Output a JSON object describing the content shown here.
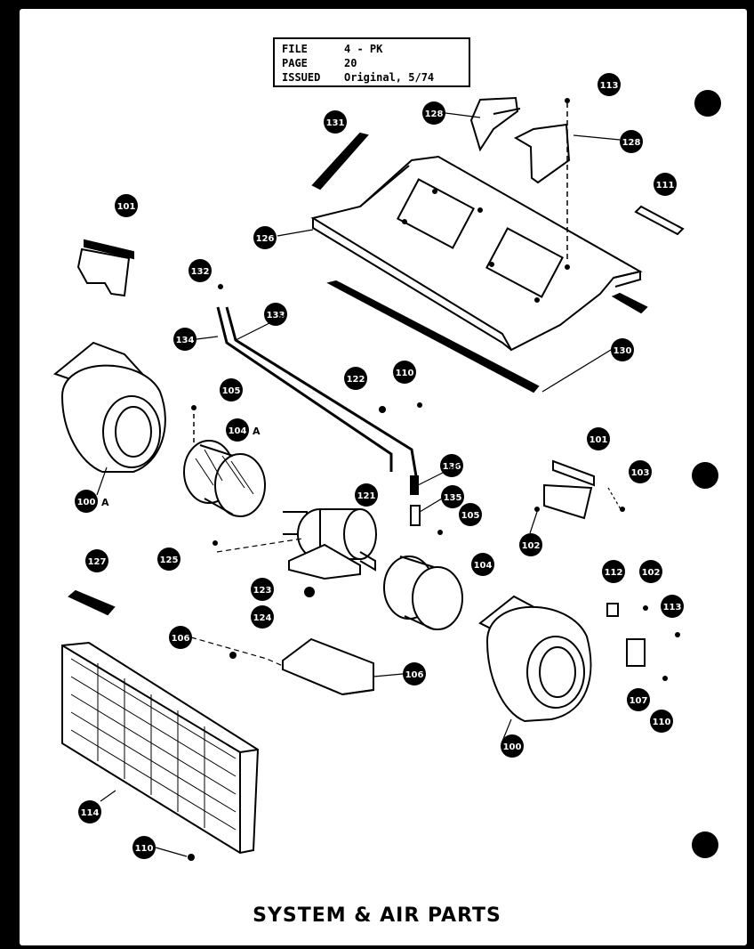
{
  "header": {
    "file_key": "FILE",
    "file_val": "4 - PK",
    "page_key": "PAGE",
    "page_val": "20",
    "issued_key": "ISSUED",
    "issued_val": "Original, 5/74"
  },
  "title": "SYSTEM & AIR PARTS",
  "callouts": [
    {
      "id": "c131",
      "label": "131"
    },
    {
      "id": "c128a",
      "label": "128"
    },
    {
      "id": "c113a",
      "label": "113"
    },
    {
      "id": "c128b",
      "label": "128"
    },
    {
      "id": "c111",
      "label": "111"
    },
    {
      "id": "c101a",
      "label": "101"
    },
    {
      "id": "c126",
      "label": "126"
    },
    {
      "id": "c132",
      "label": "132"
    },
    {
      "id": "c133",
      "label": "133"
    },
    {
      "id": "c134",
      "label": "134"
    },
    {
      "id": "c130",
      "label": "130"
    },
    {
      "id": "c122",
      "label": "122"
    },
    {
      "id": "c110a",
      "label": "110"
    },
    {
      "id": "c105a",
      "label": "105"
    },
    {
      "id": "c104a",
      "label": "104"
    },
    {
      "id": "c100a",
      "label": "100"
    },
    {
      "id": "c101b",
      "label": "101"
    },
    {
      "id": "c103",
      "label": "103"
    },
    {
      "id": "c136",
      "label": "136"
    },
    {
      "id": "c121",
      "label": "121"
    },
    {
      "id": "c135",
      "label": "135"
    },
    {
      "id": "c105b",
      "label": "105"
    },
    {
      "id": "c102a",
      "label": "102"
    },
    {
      "id": "c127",
      "label": "127"
    },
    {
      "id": "c125",
      "label": "125"
    },
    {
      "id": "c104b",
      "label": "104"
    },
    {
      "id": "c112",
      "label": "112"
    },
    {
      "id": "c102b",
      "label": "102"
    },
    {
      "id": "c123",
      "label": "123"
    },
    {
      "id": "c113b",
      "label": "113"
    },
    {
      "id": "c124",
      "label": "124"
    },
    {
      "id": "c106a",
      "label": "106"
    },
    {
      "id": "c106b",
      "label": "106"
    },
    {
      "id": "c107",
      "label": "107"
    },
    {
      "id": "c110b",
      "label": "110"
    },
    {
      "id": "c100b",
      "label": "100"
    },
    {
      "id": "c114",
      "label": "114"
    },
    {
      "id": "c110c",
      "label": "110"
    }
  ],
  "suffixes": {
    "a104": "A",
    "a100": "A"
  }
}
